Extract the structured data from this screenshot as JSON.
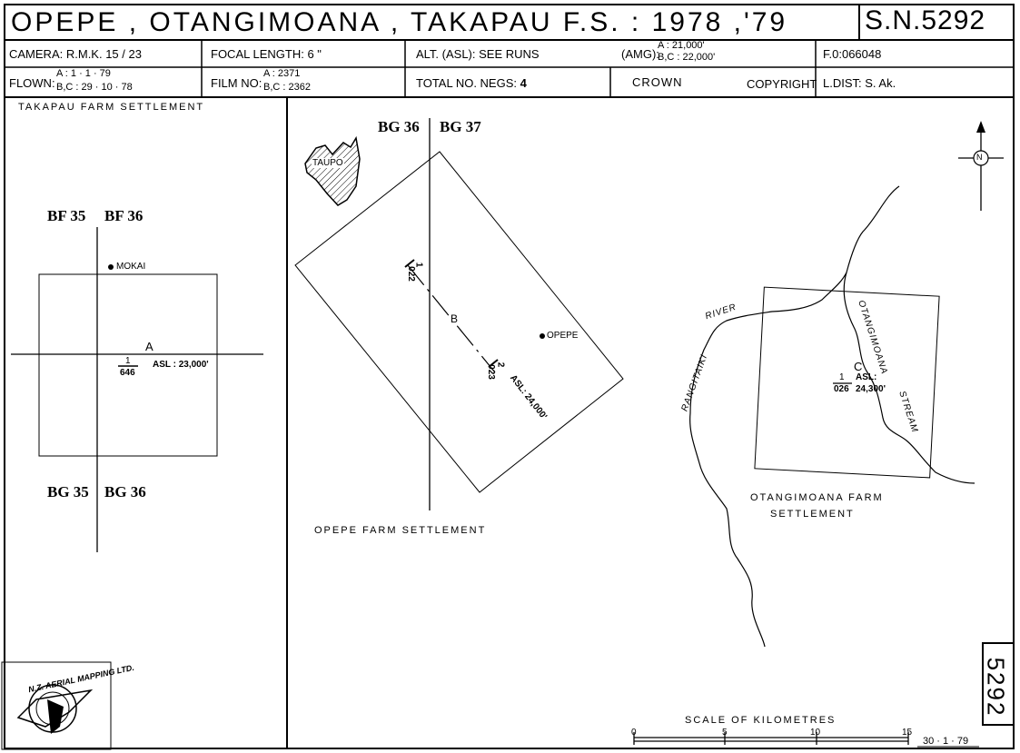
{
  "title": "OPEPE , OTANGIMOANA , TAKAPAU  F.S.  :  1978 ,'79",
  "sheet_no": "S.N.5292",
  "header": {
    "camera_label": "CAMERA:",
    "camera_value": "R.M.K.  15 / 23",
    "focal_label": "FOCAL LENGTH:",
    "focal_value": "6 \"",
    "alt_label": "ALT. (ASL):",
    "alt_value": "SEE   RUNS",
    "amg_label": "(AMG):",
    "amg_a": "A : 21,000'",
    "amg_bc": "B,C : 22,000'",
    "fo_label": "F.0:",
    "fo_value": "066048",
    "flown_label": "FLOWN:",
    "flown_a": "A   :   1 · 1 · 79",
    "flown_bc": "B,C :  29 · 10 · 78",
    "film_label": "FILM NO:",
    "film_a": "A   : 2371",
    "film_bc": "B,C : 2362",
    "negs_label": "TOTAL NO. NEGS:",
    "negs_value": "4",
    "crown": "CROWN",
    "copyright": "COPYRIGHT",
    "ldist_label": "L.DIST:",
    "ldist_value": "S. Ak."
  },
  "panels": {
    "takapau": {
      "caption": "TAKAPAU  FARM  SETTLEMENT",
      "grid_tl": "BF 35",
      "grid_tr": "BF 36",
      "grid_bl": "BG 35",
      "grid_br": "BG 36",
      "place": "MOKAI",
      "run": "A",
      "run_num": "1",
      "run_film": "646",
      "asl": "ASL : 23,000'"
    },
    "opepe": {
      "caption": "OPEPE  FARM  SETTLEMENT",
      "grid_l": "BG 36",
      "grid_r": "BG 37",
      "inset": "TAUPO",
      "place": "OPEPE",
      "run": "B",
      "start_num": "1",
      "start_film": "022",
      "end_num": "2",
      "end_film": "023",
      "asl": "ASL: 24,000'"
    },
    "otangimoana": {
      "caption_1": "OTANGIMOANA  FARM",
      "caption_2": "SETTLEMENT",
      "river": "RIVER",
      "rangitaiki": "RANGITAIKI",
      "stream_1": "OTANGIMOANA",
      "stream_2": "STREAM",
      "run": "C",
      "run_num": "1",
      "run_film": "026",
      "asl_label": "ASL:",
      "asl_value": "24,300'",
      "north": "N"
    }
  },
  "scale": {
    "title": "SCALE   OF   KILOMETRES",
    "ticks": [
      "0",
      "5",
      "10",
      "15"
    ]
  },
  "date_stamp": "30 · 1 · 79",
  "side_number": "5292",
  "logo_text": "N.Z. AERIAL MAPPING LTD."
}
